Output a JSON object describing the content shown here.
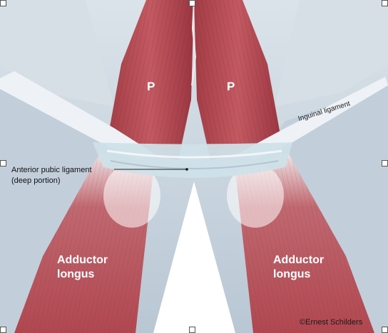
{
  "labels": {
    "psoas_left": "P",
    "psoas_right": "P",
    "inguinal_ligament": "Inguinal ligament",
    "anterior_pubic_line1": "Anterior pubic ligament",
    "anterior_pubic_line2": "(deep portion)",
    "adductor_left_line1": "Adductor",
    "adductor_left_line2": "longus",
    "adductor_right_line1": "Adductor",
    "adductor_right_line2": "longus",
    "credit": "©Ernest Schilders"
  },
  "colors": {
    "muscle_red": "#b94a52",
    "muscle_dark": "#8e2f38",
    "fascia_blue": "#c7d3de",
    "ligament_white": "#eef2f6",
    "background": "#ffffff"
  }
}
